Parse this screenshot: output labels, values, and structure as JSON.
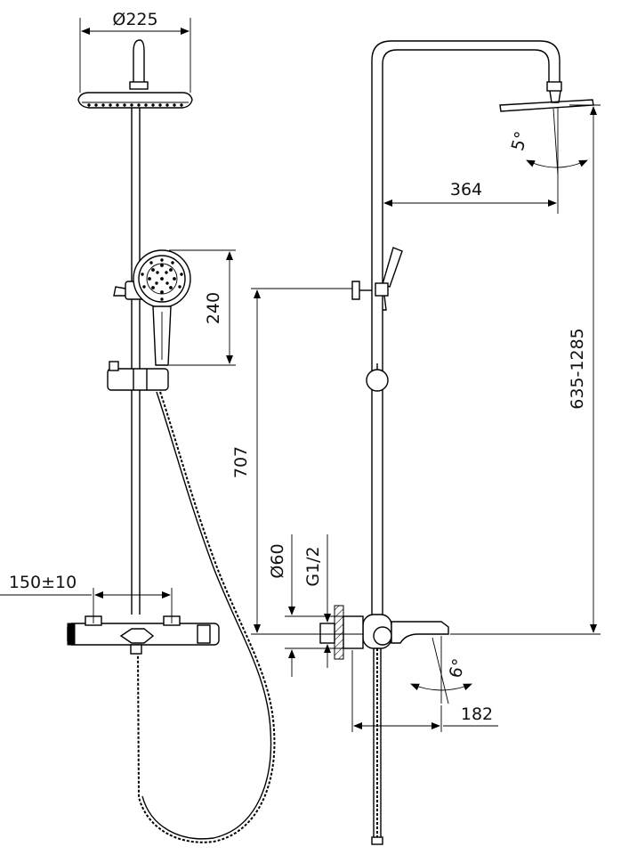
{
  "dimensions": {
    "head_diameter": "Ø225",
    "hand_shower_height": "240",
    "wall_to_head": "364",
    "head_tilt": "5°",
    "height_range": "635-1285",
    "holder_height": "707",
    "inlet_spacing": "150±10",
    "escutcheon_diameter": "Ø60",
    "thread_size": "G1/2",
    "spout_tilt": "6°",
    "spout_projection": "182"
  }
}
